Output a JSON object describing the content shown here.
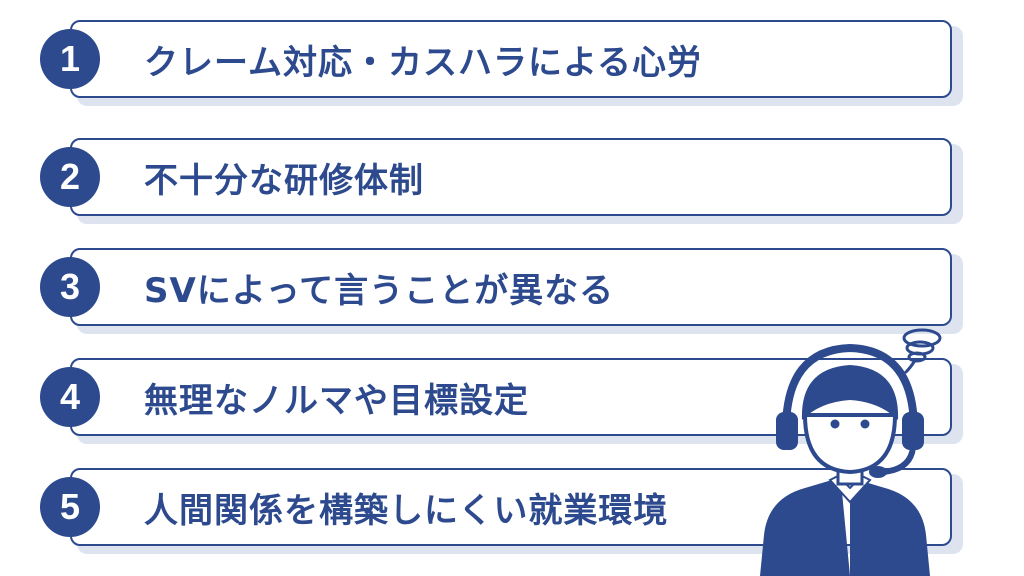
{
  "items": [
    {
      "number": "1",
      "text": "クレーム対応・カスハラによる心労"
    },
    {
      "number": "2",
      "text": "不十分な研修体制"
    },
    {
      "number": "3",
      "text": "SVによって言うことが異なる"
    },
    {
      "number": "4",
      "text": "無理なノルマや目標設定"
    },
    {
      "number": "5",
      "text": "人間関係を構築しにくい就業環境"
    }
  ],
  "colors": {
    "primary": "#2d4a8e",
    "shadow": "#dde3ef",
    "background": "#ffffff"
  },
  "illustration": {
    "icon": "call-center-operator-with-headset",
    "effect": "stress-swirl-icon"
  }
}
